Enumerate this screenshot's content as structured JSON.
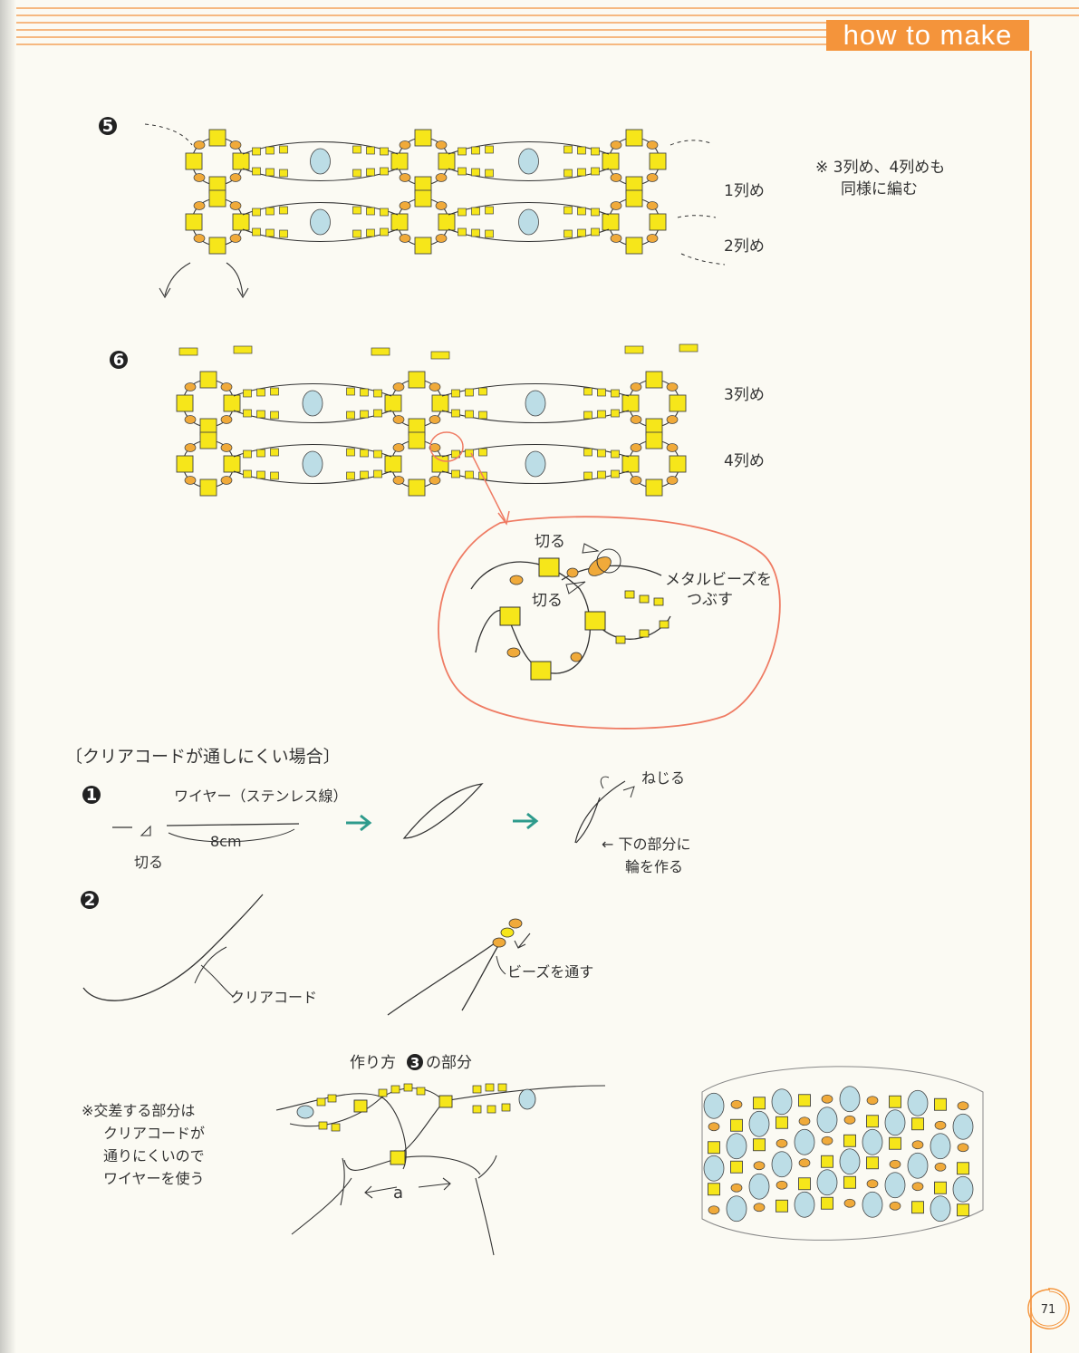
{
  "header": {
    "banner": "how to make"
  },
  "steps": [
    {
      "badge": "5",
      "row_labels": [
        "1列め",
        "2列め"
      ],
      "note": [
        "※ 3列め、4列めも",
        "同様に編む"
      ]
    },
    {
      "badge": "6",
      "row_labels": [
        "3列め",
        "4列め"
      ]
    }
  ],
  "detail_callout": {
    "cut_top": "切る",
    "cut_mid": "切る",
    "metal_bead": [
      "メタルビーズを",
      "つぶす"
    ]
  },
  "subsection": {
    "title": "〔クリアコードが通しにくい場合〕",
    "step1": {
      "badge": "1",
      "wire_label": "ワイヤー（ステンレス線）",
      "length": "8cm",
      "cut": "切る",
      "twist": "ねじる",
      "loop": [
        "← 下の部分に",
        "輪を作る"
      ]
    },
    "step2": {
      "badge": "2",
      "clear_cord": "クリアコード",
      "thread_beads": "ビーズを通す"
    },
    "step3": {
      "title_pre": "作り方",
      "badge": "3",
      "title_post": "の部分",
      "note": [
        "※交差する部分は",
        "クリアコードが",
        "通りにくいので",
        "ワイヤーを使う"
      ],
      "label_a": "a"
    }
  },
  "page_number": "71",
  "colors": {
    "accent": "#f4943b",
    "bead_yellow": "#f6e61a",
    "bead_orange": "#f0aa3a",
    "bead_blue": "#bcdde6",
    "callout": "#ef7b63",
    "arrow": "#2e9b8c"
  }
}
